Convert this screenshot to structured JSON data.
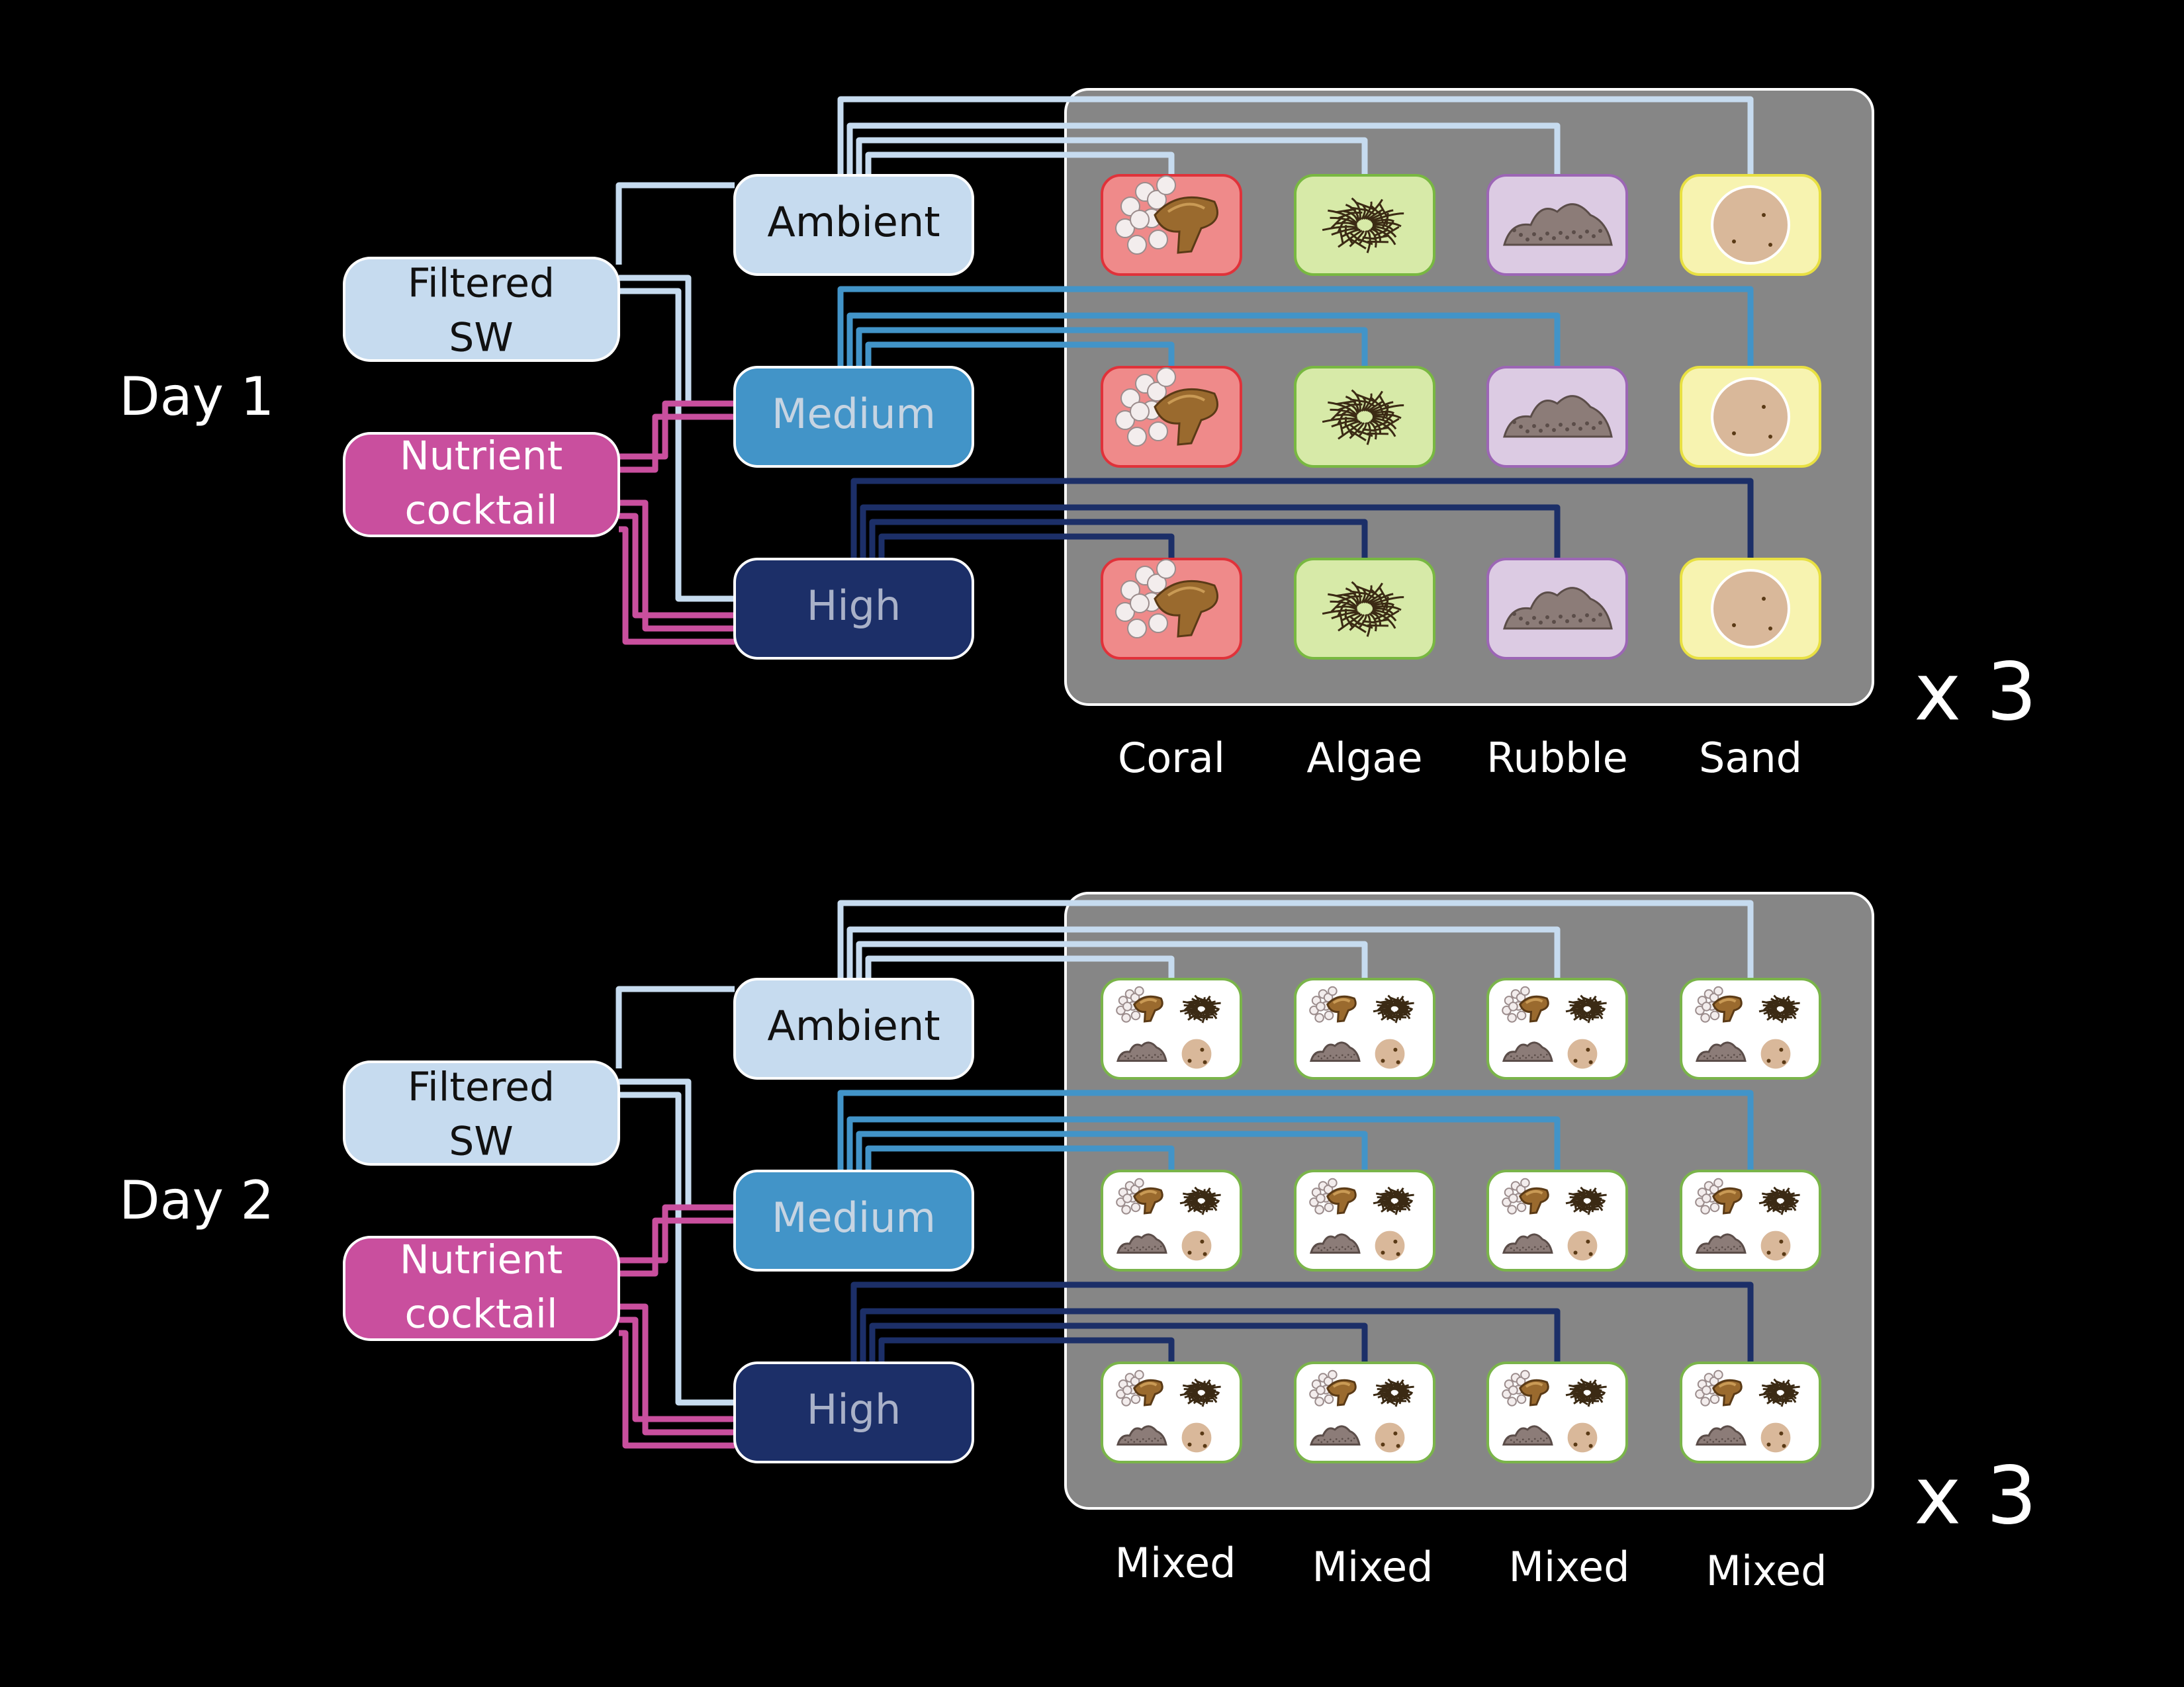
{
  "colors": {
    "background": "#000000",
    "panel": "#868686",
    "filtered_sw": "#c6dbef",
    "nutrient": "#c94f9e",
    "ambient": "#c6dbef",
    "medium": "#4294c8",
    "high": "#1c2f68",
    "coral_bg": "#ef8a8a",
    "algae_bg": "#d7eaa8",
    "rubble_bg": "#dccbe3",
    "sand_bg": "#f7f3b0",
    "mixed_bg": "#ffffff"
  },
  "day1": {
    "day_label": "Day 1",
    "sources": {
      "filtered_sw": [
        "Filtered",
        "SW"
      ],
      "nutrient": [
        "Nutrient",
        "cocktail"
      ]
    },
    "treatments": [
      "Ambient",
      "Medium",
      "High"
    ],
    "substrates": [
      "Coral",
      "Algae",
      "Rubble",
      "Sand"
    ],
    "tile_icons": [
      "coral-icon",
      "algae-icon",
      "rubble-icon",
      "sand-icon"
    ],
    "replicates": "x 3"
  },
  "day2": {
    "day_label": "Day 2",
    "sources": {
      "filtered_sw": [
        "Filtered",
        "SW"
      ],
      "nutrient": [
        "Nutrient",
        "cocktail"
      ]
    },
    "treatments": [
      "Ambient",
      "Medium",
      "High"
    ],
    "substrates": [
      "Mixed",
      "Mixed",
      "Mixed",
      "Mixed"
    ],
    "tile_icons": [
      "mixed-community-icon",
      "mixed-community-icon",
      "mixed-community-icon",
      "mixed-community-icon"
    ],
    "replicates": "x 3"
  }
}
